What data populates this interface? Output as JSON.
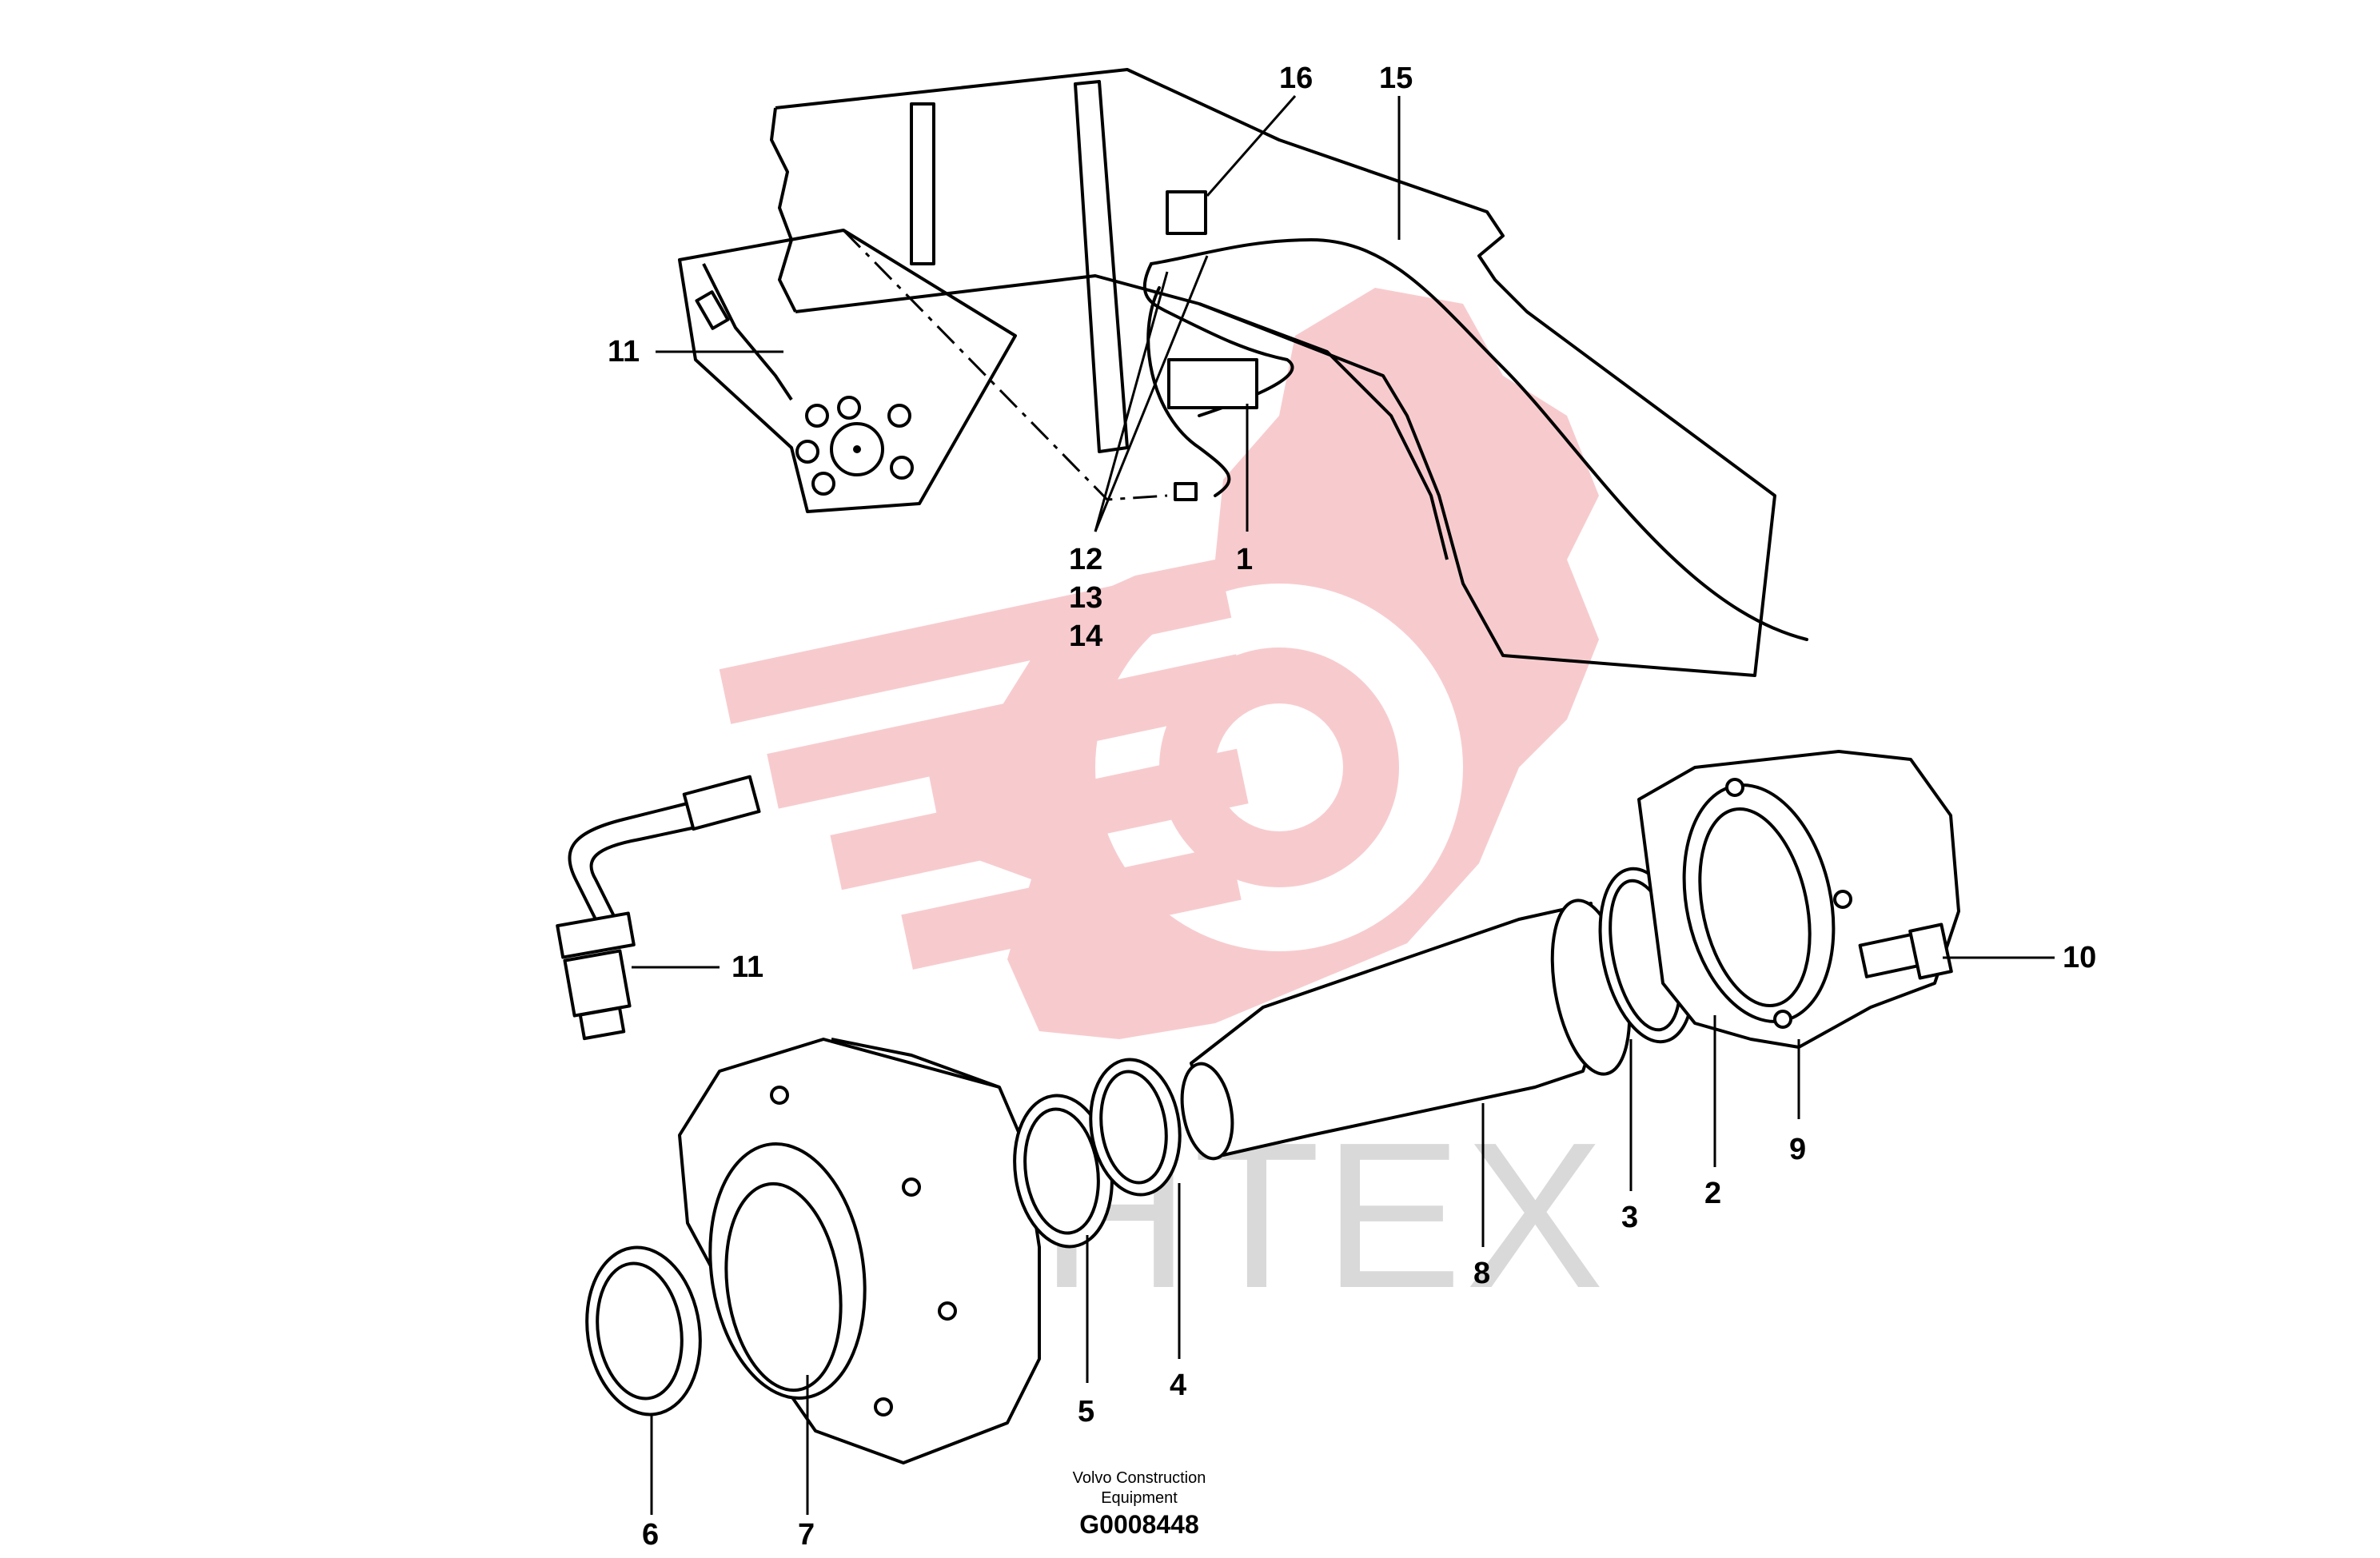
{
  "callouts": {
    "c1": "1",
    "c2": "2",
    "c3": "3",
    "c4": "4",
    "c5": "5",
    "c6": "6",
    "c7": "7",
    "c8": "8",
    "c9": "9",
    "c10": "10",
    "c11_top": "11",
    "c11_mid": "11",
    "c12": "12",
    "c13": "13",
    "c14": "14",
    "c15": "15",
    "c16": "16"
  },
  "credit": {
    "line1": "Volvo Construction",
    "line2": "Equipment",
    "code": "G0008448"
  },
  "watermark": {
    "text": "ИНТЕХ",
    "color_gear": "#f7c9cc",
    "color_text": "#d9d9d9"
  }
}
